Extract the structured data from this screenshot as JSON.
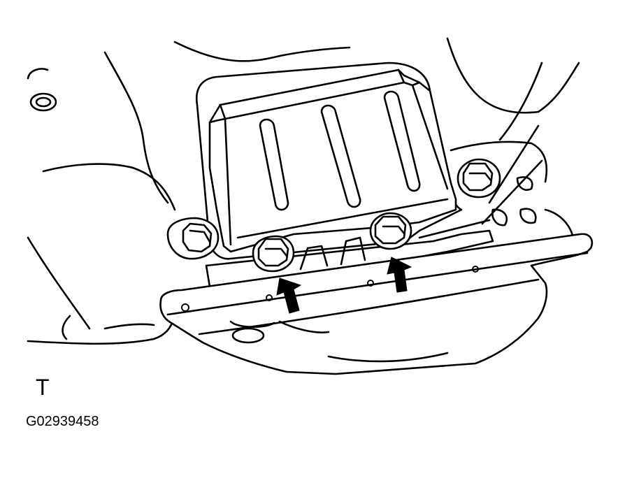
{
  "figure": {
    "view_letter": "T",
    "code": "G02939458"
  },
  "callouts": [
    {
      "name": "left-target-bolt",
      "kind": "arrow"
    },
    {
      "name": "right-target-bolt",
      "kind": "arrow"
    }
  ],
  "colors": {
    "line": "#000000",
    "background": "#ffffff"
  }
}
